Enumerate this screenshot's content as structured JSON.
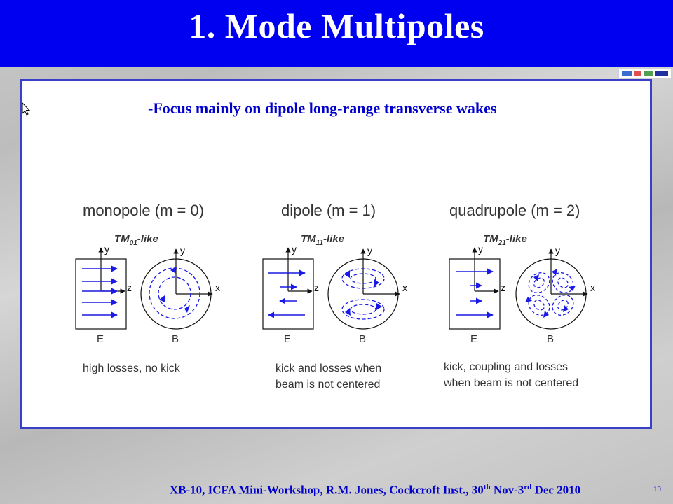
{
  "slide": {
    "title": "1. Mode Multipoles",
    "subtitle": "-Focus mainly on dipole long-range transverse wakes",
    "page_number": "10"
  },
  "footer": {
    "part1": "XB-10, ICFA Mini-Workshop, R.M. Jones, Cockcroft Inst., 30",
    "sup1": "th",
    "part2": " Nov-3",
    "sup2": "rd",
    "part3": " Dec 2010"
  },
  "diagram": {
    "panels": [
      {
        "heading": "monopole (m = 0)",
        "mode": "TM01-like",
        "mode_label": "TM",
        "mode_sub": "01",
        "mode_suffix": "-like",
        "e_label": "E",
        "b_label": "B",
        "caption_lines": [
          "high losses, no kick"
        ]
      },
      {
        "heading": "dipole (m = 1)",
        "mode": "TM11-like",
        "mode_label": "TM",
        "mode_sub": "11",
        "mode_suffix": "-like",
        "e_label": "E",
        "b_label": "B",
        "caption_lines": [
          "kick and losses when",
          "beam is not centered"
        ]
      },
      {
        "heading": "quadrupole (m = 2)",
        "mode": "TM21-like",
        "mode_label": "TM",
        "mode_sub": "21",
        "mode_suffix": "-like",
        "e_label": "E",
        "b_label": "B",
        "caption_lines": [
          "kick, coupling and losses",
          "when beam is not centered"
        ]
      }
    ],
    "axis_labels": {
      "y": "y",
      "z": "z",
      "x": "x"
    },
    "colors": {
      "field_lines": "#1a1ae6",
      "axes": "#111111",
      "text": "#333333"
    }
  },
  "colors": {
    "header_bg": "#0000f0",
    "frame_border": "#3a3fc8",
    "title_text": "#ffffff",
    "accent_text": "#0000cc"
  },
  "icons": {
    "cursor": "mouse-pointer-icon",
    "logo": "logo-strip"
  }
}
